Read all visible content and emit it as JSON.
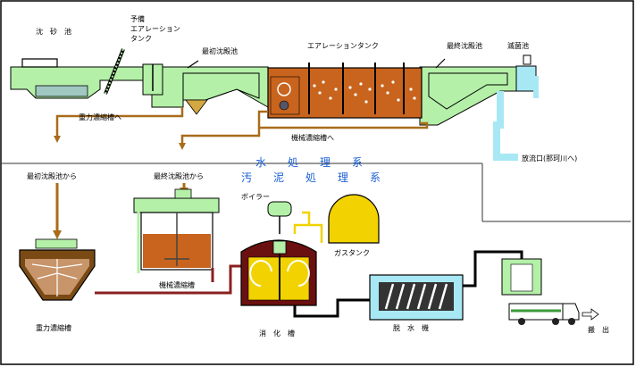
{
  "titles": {
    "water": "水　処　理　系",
    "sludge": "汚　泥　処　理　系"
  },
  "labels": {
    "grit_chamber": "沈　砂　池",
    "pre_aeration_1": "予備",
    "pre_aeration_2": "エアレーション",
    "pre_aeration_3": "タンク",
    "primary_settling": "最初沈殿池",
    "aeration_tank": "エアレーションタンク",
    "final_settling": "最終沈殿池",
    "disinfection": "滅菌池",
    "to_gravity_thickener": "重力濃縮槽へ",
    "to_mech_thickener": "機械濃縮槽へ",
    "discharge": "放流口(那珂川へ)",
    "from_primary": "最初沈殿池から",
    "from_final": "最終沈殿池から",
    "boiler": "ボイラー",
    "gas_tank": "ガスタンク",
    "mech_thickener": "機械濃縮槽",
    "gravity_thickener": "重力濃縮槽",
    "digester": "消　化　槽",
    "dewatering": "脱　水　機",
    "carry_out": "搬　出"
  },
  "colors": {
    "water": "#b4f0a8",
    "effluent": "#a8e8f4",
    "sludge": "#9b5a18",
    "aeration": "#c8641e",
    "pipe_brown": "#a86c1a",
    "pipe_maroon": "#8a2020",
    "gas_yellow": "#f2d200",
    "title_blue": "#1a5fd6"
  }
}
